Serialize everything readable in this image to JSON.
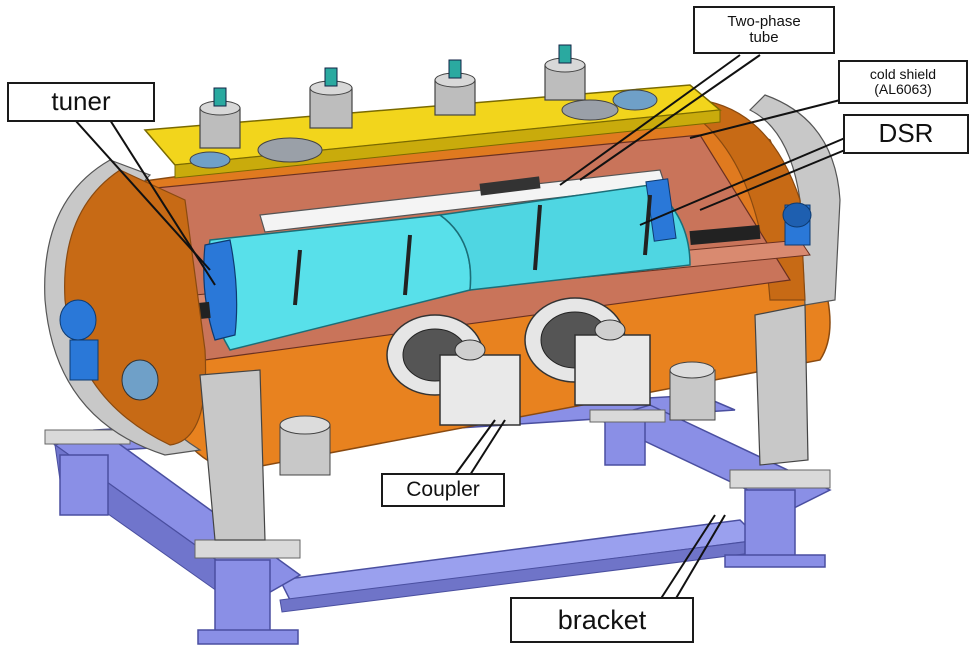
{
  "labels": {
    "tuner": "tuner",
    "two_phase_tube_line1": "Two-phase",
    "two_phase_tube_line2": "tube",
    "cold_shield_line1": "cold shield",
    "cold_shield_line2": "(AL6063)",
    "dsr": "DSR",
    "coupler": "Coupler",
    "bracket": "bracket"
  },
  "colors": {
    "vessel_orange": "#e07a1f",
    "vessel_orange_dark": "#b85c10",
    "copper_shield": "#c9745a",
    "cavity_cyan": "#58e0ea",
    "tuner_blue": "#2a78d8",
    "top_yellow": "#f2d51c",
    "bracket_blue": "#8a8fe6",
    "support_gray": "#c8c8c8",
    "port_gray": "#bdbdbd"
  }
}
